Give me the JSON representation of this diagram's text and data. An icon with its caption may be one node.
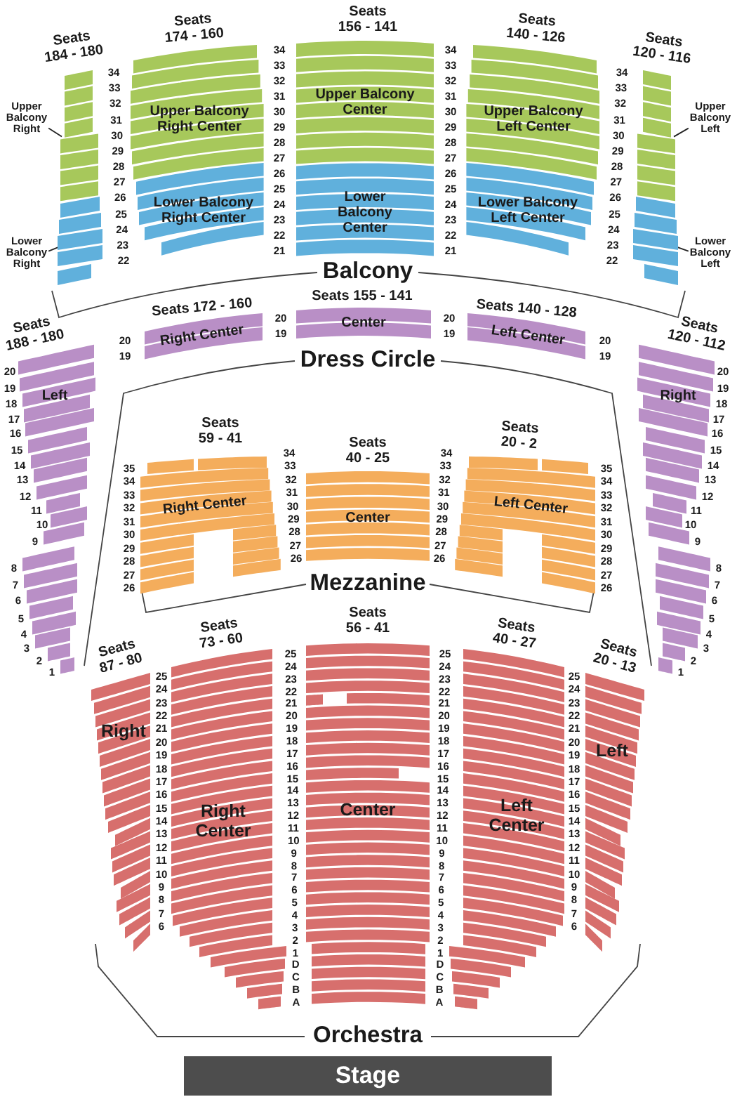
{
  "diagram": {
    "nodes": [
      {
        "text": [],
        "shape": "bar",
        "beside": [
          "Seats 184 - 180"
        ]
      },
      {
        "text": [],
        "shape": "bar"
      },
      {
        "text": [
          "Upper Balcony Right"
        ]
      },
      {
        "text": [
          "Lower Balcony Right"
        ]
      },
      {
        "text": [
          "Upper Balcony Right Center"
        ],
        "beside": [
          "Seats 174 - 160"
        ]
      },
      {
        "text": [
          "Lower Balcony Right Center"
        ]
      },
      {
        "text": [
          "Upper Balcony Center"
        ],
        "beside": [
          "Seats 156 - 141"
        ]
      },
      {
        "text": [
          "Lower Balcony Center"
        ]
      },
      {
        "text": [
          "Upper Balcony Left Center"
        ],
        "beside": [
          "Seats 140 - 126"
        ]
      },
      {
        "text": [
          "Lower Balcony Left Center"
        ]
      },
      {
        "text": [],
        "shape": "bar",
        "beside": [
          "Seats 120 - 116"
        ]
      },
      {
        "text": [],
        "shape": "bar"
      },
      {
        "text": [
          "Upper Balcony Left"
        ]
      },
      {
        "text": [
          "Lower Balcony Left"
        ]
      },
      {
        "text": [
          "Right Center"
        ],
        "beside": [
          "Seats 172 - 160"
        ]
      },
      {
        "text": [
          "Center"
        ],
        "beside": [
          "Seats 155 - 141"
        ]
      },
      {
        "text": [
          "Left Center"
        ],
        "beside": [
          "Seats 140 - 128"
        ]
      },
      {
        "text": [
          "Left"
        ],
        "beside": [
          "Seats 188 - 180"
        ]
      },
      {
        "text": [
          "Right"
        ],
        "beside": [
          "Seats 120 - 112"
        ]
      },
      {
        "text": [
          "Right Center"
        ],
        "beside": [
          "Seats 59 - 41"
        ]
      },
      {
        "text": [
          "Center"
        ],
        "beside": [
          "Seats 40 - 25"
        ]
      },
      {
        "text": [
          "Left Center"
        ],
        "beside": [
          "Seats 20 - 2"
        ]
      },
      {
        "text": [
          "Right"
        ],
        "beside": [
          "Seats 87 - 80"
        ]
      },
      {
        "text": [
          "Right Center"
        ],
        "beside": [
          "Seats 73 - 60"
        ]
      },
      {
        "text": [
          "Center"
        ],
        "beside": [
          "Seats 56 - 41"
        ]
      },
      {
        "text": [
          "Left Center"
        ],
        "beside": [
          "Seats 40 - 27"
        ]
      },
      {
        "text": [
          "Left"
        ],
        "beside": [
          "Seats 20 - 13"
        ]
      },
      {
        "text": [
          "Stage"
        ]
      }
    ],
    "edges": [
      {
        "from": 2,
        "to": 0,
        "arrow": "none"
      },
      {
        "from": 3,
        "to": 1,
        "arrow": "none"
      },
      {
        "from": 12,
        "to": 10,
        "arrow": "none"
      },
      {
        "from": 13,
        "to": 11,
        "arrow": "none"
      }
    ],
    "labels": [
      "34",
      "33",
      "32",
      "31",
      "30",
      "29",
      "28",
      "27",
      "26",
      "25",
      "24",
      "23",
      "22",
      "34",
      "33",
      "32",
      "31",
      "30",
      "29",
      "28",
      "27",
      "26",
      "25",
      "24",
      "23",
      "22",
      "21",
      "34",
      "33",
      "32",
      "31",
      "30",
      "29",
      "28",
      "27",
      "26",
      "25",
      "24",
      "23",
      "22",
      "21",
      "34",
      "33",
      "32",
      "31",
      "30",
      "29",
      "28",
      "27",
      "26",
      "25",
      "24",
      "23",
      "22",
      "Balcony",
      "20",
      "19",
      "20",
      "19",
      "20",
      "19",
      "20",
      "19",
      "Dress Circle",
      "20",
      "19",
      "18",
      "17",
      "16",
      "15",
      "14",
      "13",
      "12",
      "11",
      "10",
      "9",
      "8",
      "7",
      "6",
      "5",
      "4",
      "3",
      "2",
      "1",
      "20",
      "19",
      "18",
      "17",
      "16",
      "15",
      "14",
      "13",
      "12",
      "11",
      "10",
      "9",
      "8",
      "7",
      "6",
      "5",
      "4",
      "3",
      "2",
      "1",
      "35",
      "34",
      "33",
      "32",
      "31",
      "30",
      "29",
      "28",
      "27",
      "26",
      "34",
      "33",
      "32",
      "31",
      "30",
      "29",
      "28",
      "27",
      "26",
      "34",
      "33",
      "32",
      "31",
      "30",
      "29",
      "28",
      "27",
      "26",
      "35",
      "34",
      "33",
      "32",
      "31",
      "30",
      "29",
      "28",
      "27",
      "26",
      "Mezzanine",
      "25",
      "24",
      "23",
      "22",
      "21",
      "20",
      "19",
      "18",
      "17",
      "16",
      "15",
      "14",
      "13",
      "12",
      "11",
      "10",
      "9",
      "8",
      "7",
      "6",
      "25",
      "24",
      "23",
      "22",
      "21",
      "20",
      "19",
      "18",
      "17",
      "16",
      "15",
      "14",
      "13",
      "12",
      "11",
      "10",
      "9",
      "8",
      "7",
      "6",
      "5",
      "4",
      "3",
      "2",
      "1",
      "D",
      "C",
      "B",
      "A",
      "25",
      "24",
      "23",
      "22",
      "21",
      "20",
      "19",
      "18",
      "17",
      "16",
      "15",
      "14",
      "13",
      "12",
      "11",
      "10",
      "9",
      "8",
      "7",
      "6",
      "5",
      "4",
      "3",
      "2",
      "1",
      "D",
      "C",
      "B",
      "A",
      "25",
      "24",
      "23",
      "22",
      "21",
      "20",
      "19",
      "18",
      "17",
      "16",
      "15",
      "14",
      "13",
      "12",
      "11",
      "10",
      "9",
      "8",
      "7",
      "6",
      "Orchestra"
    ]
  }
}
